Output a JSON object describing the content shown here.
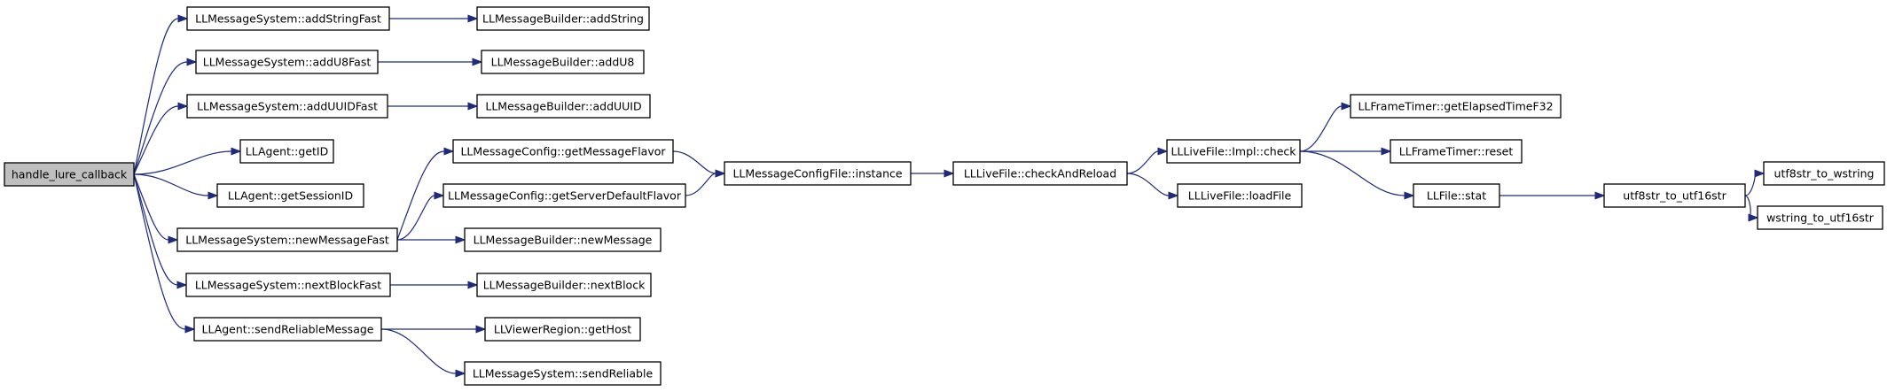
{
  "graph": {
    "nodes": [
      {
        "id": "root",
        "label": "handle_lure_callback",
        "root": true
      },
      {
        "id": "n1",
        "label": "LLMessageSystem::addStringFast"
      },
      {
        "id": "n2",
        "label": "LLMessageBuilder::addString"
      },
      {
        "id": "n3",
        "label": "LLMessageSystem::addU8Fast"
      },
      {
        "id": "n4",
        "label": "LLMessageBuilder::addU8"
      },
      {
        "id": "n5",
        "label": "LLMessageSystem::addUUIDFast"
      },
      {
        "id": "n6",
        "label": "LLMessageBuilder::addUUID"
      },
      {
        "id": "n7",
        "label": "LLAgent::getID"
      },
      {
        "id": "n8",
        "label": "LLAgent::getSessionID"
      },
      {
        "id": "n9",
        "label": "LLMessageSystem::newMessageFast"
      },
      {
        "id": "n10",
        "label": "LLMessageConfig::getMessageFlavor"
      },
      {
        "id": "n11",
        "label": "LLMessageConfig::getServerDefaultFlavor"
      },
      {
        "id": "n12",
        "label": "LLMessageConfigFile::instance"
      },
      {
        "id": "n13",
        "label": "LLLiveFile::checkAndReload"
      },
      {
        "id": "n14",
        "label": "LLLiveFile::Impl::check"
      },
      {
        "id": "n15",
        "label": "LLFrameTimer::getElapsedTimeF32"
      },
      {
        "id": "n16",
        "label": "LLFrameTimer::reset"
      },
      {
        "id": "n17",
        "label": "LLFile::stat"
      },
      {
        "id": "n18",
        "label": "utf8str_to_utf16str"
      },
      {
        "id": "n19",
        "label": "utf8str_to_wstring"
      },
      {
        "id": "n20",
        "label": "wstring_to_utf16str"
      },
      {
        "id": "n21",
        "label": "LLLiveFile::loadFile"
      },
      {
        "id": "n22",
        "label": "LLMessageBuilder::newMessage"
      },
      {
        "id": "n23",
        "label": "LLMessageSystem::nextBlockFast"
      },
      {
        "id": "n24",
        "label": "LLMessageBuilder::nextBlock"
      },
      {
        "id": "n25",
        "label": "LLAgent::sendReliableMessage"
      },
      {
        "id": "n26",
        "label": "LLViewerRegion::getHost"
      },
      {
        "id": "n27",
        "label": "LLMessageSystem::sendReliable"
      }
    ],
    "edges": [
      {
        "from": "root",
        "to": "n1"
      },
      {
        "from": "root",
        "to": "n3"
      },
      {
        "from": "root",
        "to": "n5"
      },
      {
        "from": "root",
        "to": "n7"
      },
      {
        "from": "root",
        "to": "n8"
      },
      {
        "from": "root",
        "to": "n9"
      },
      {
        "from": "root",
        "to": "n23"
      },
      {
        "from": "root",
        "to": "n25"
      },
      {
        "from": "n1",
        "to": "n2"
      },
      {
        "from": "n3",
        "to": "n4"
      },
      {
        "from": "n5",
        "to": "n6"
      },
      {
        "from": "n9",
        "to": "n10"
      },
      {
        "from": "n9",
        "to": "n11"
      },
      {
        "from": "n9",
        "to": "n22"
      },
      {
        "from": "n10",
        "to": "n12"
      },
      {
        "from": "n11",
        "to": "n12"
      },
      {
        "from": "n12",
        "to": "n13"
      },
      {
        "from": "n13",
        "to": "n14"
      },
      {
        "from": "n13",
        "to": "n21"
      },
      {
        "from": "n14",
        "to": "n15"
      },
      {
        "from": "n14",
        "to": "n16"
      },
      {
        "from": "n14",
        "to": "n17"
      },
      {
        "from": "n17",
        "to": "n18"
      },
      {
        "from": "n18",
        "to": "n19"
      },
      {
        "from": "n18",
        "to": "n20"
      },
      {
        "from": "n23",
        "to": "n24"
      },
      {
        "from": "n25",
        "to": "n26"
      },
      {
        "from": "n25",
        "to": "n27"
      }
    ]
  }
}
